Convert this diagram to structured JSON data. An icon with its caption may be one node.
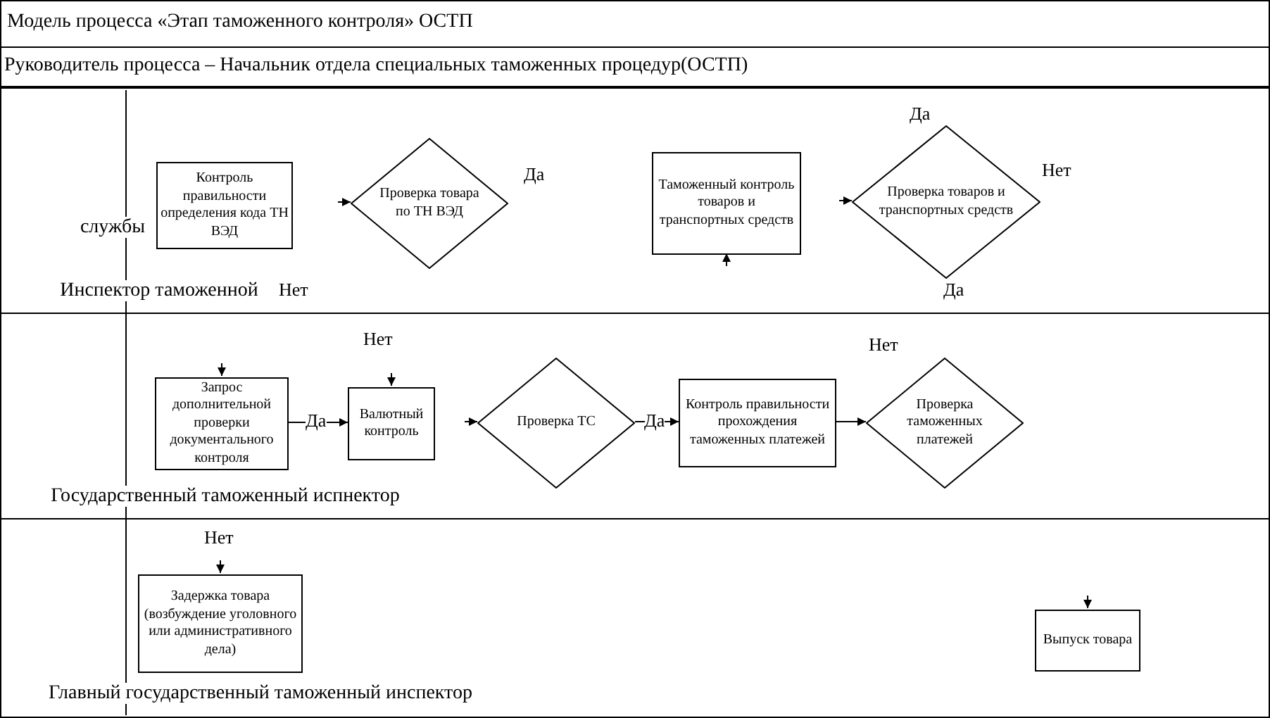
{
  "diagram": {
    "title": "Модель процесса «Этап таможенного контроля» ОСТП",
    "nodes": [
      {
        "text": [
          "Руководитель процесса – Начальник отдела специальных таможенных процедур(ОСТП)"
        ]
      },
      {
        "text": [
          "службы",
          "Инспектор таможенной"
        ]
      },
      {
        "text": [
          "Контроль правильности определения кода ТН ВЭД"
        ],
        "in": 1
      },
      {
        "text": [
          "Проверка товара по ТН ВЭД"
        ],
        "in": 1,
        "beside": [
          "Да"
        ]
      },
      {
        "text": [
          "Таможенный контроль товаров и транспортных средств"
        ],
        "in": 1
      },
      {
        "text": [
          "Проверка товаров и транспортных средств"
        ],
        "in": 1,
        "beside": [
          "Да",
          "Нет",
          "Да"
        ]
      },
      {
        "text": [
          "Государственный таможенный испнектор"
        ]
      },
      {
        "text": [
          "Запрос дополнительной проверки документального контроля"
        ],
        "in": 6
      },
      {
        "text": [
          "Валютный контроль"
        ],
        "in": 6
      },
      {
        "text": [
          "Проверка ТС"
        ],
        "in": 6
      },
      {
        "text": [
          "Контроль правильности прохождения таможенных платежей"
        ],
        "in": 6
      },
      {
        "text": [
          "Проверка таможенных платежей"
        ],
        "in": 6
      },
      {
        "text": [
          "Главный государственный таможенный инспектор"
        ]
      },
      {
        "text": [
          "Задержка товара (возбуждение уголовного или административного дела)"
        ],
        "in": 12
      },
      {
        "text": [
          "Выпуск товара"
        ],
        "in": 12
      }
    ],
    "edges": [
      {
        "from": null,
        "to": 3,
        "arrow": "to"
      },
      {
        "from": null,
        "to": 4,
        "arrow": "to"
      },
      {
        "from": null,
        "to": 5,
        "arrow": "to"
      },
      {
        "from": null,
        "to": 7,
        "arrow": "to"
      },
      {
        "from": null,
        "to": 8,
        "arrow": "to"
      },
      {
        "from": 7,
        "to": 8,
        "arrow": "to",
        "label": "Да"
      },
      {
        "from": null,
        "to": 9,
        "arrow": "to"
      },
      {
        "from": 9,
        "to": 10,
        "arrow": "to",
        "label": "Да"
      },
      {
        "from": 10,
        "to": 11,
        "arrow": "to"
      },
      {
        "from": null,
        "to": 13,
        "arrow": "to"
      },
      {
        "from": null,
        "to": 14,
        "arrow": "to"
      }
    ],
    "labels": [
      "Нет",
      "Нет",
      "Нет",
      "Нет"
    ]
  }
}
